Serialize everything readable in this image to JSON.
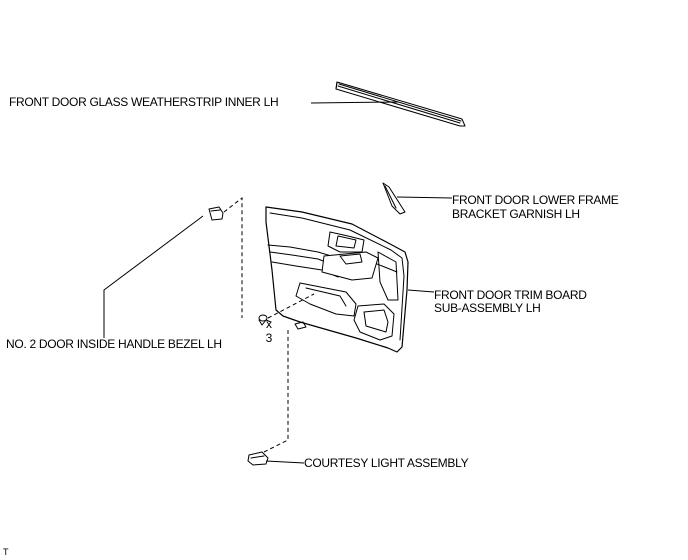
{
  "labels": {
    "weatherstrip": "FRONT DOOR GLASS WEATHERSTRIP INNER LH",
    "lower_frame_line1": "FRONT DOOR LOWER FRAME",
    "lower_frame_line2": "BRACKET GARNISH LH",
    "trim_board_line1": "FRONT DOOR TRIM BOARD",
    "trim_board_line2": "SUB-ASSEMBLY LH",
    "handle_bezel": "NO. 2 DOOR INSIDE HANDLE BEZEL LH",
    "courtesy_light": "COURTESY LIGHT ASSEMBLY"
  },
  "clip_quantity": {
    "x": "x",
    "count": "3"
  },
  "corner_mark": "T"
}
